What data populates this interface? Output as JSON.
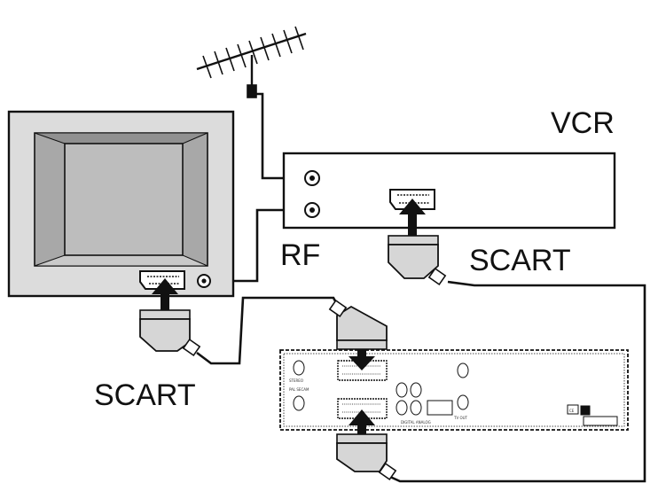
{
  "labels": {
    "vcr": "VCR",
    "rf": "RF",
    "scart_vcr": "SCART",
    "scart_tv": "SCART"
  },
  "panel_text": {
    "p1": "STEREO",
    "p2": "PAL SECAM",
    "p3": "DIGITAL ANALOG",
    "p4": "TV OUT",
    "p5": "CE"
  },
  "colors": {
    "tv_body": "#dcdcdc",
    "tv_bezel": "#a8a8a8",
    "tv_screen": "#bdbdbd",
    "plug": "#d6d6d6",
    "cable": "#111111"
  }
}
